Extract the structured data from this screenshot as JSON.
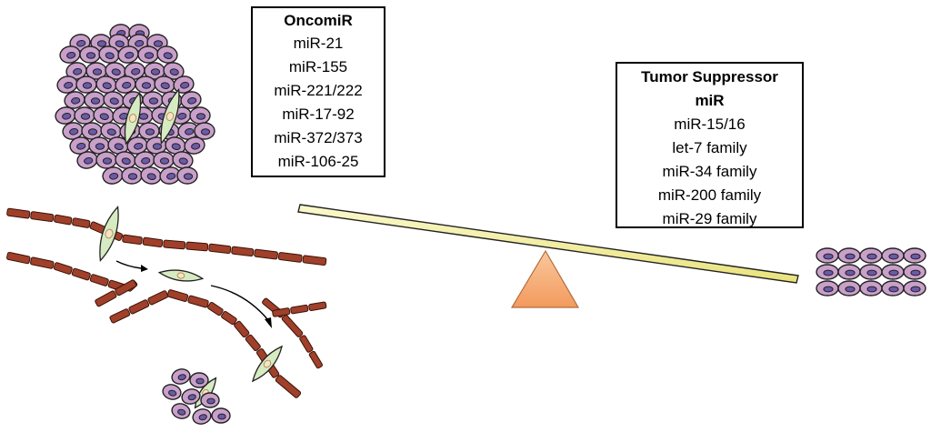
{
  "oncomir": {
    "title": "OncomiR",
    "items": [
      "miR-21",
      "miR-155",
      "miR-221/222",
      "miR-17-92",
      "miR-372/373",
      "miR-106-25"
    ]
  },
  "suppressor": {
    "title_line1": "Tumor Suppressor",
    "title_line2": "miR",
    "items": [
      "miR-15/16",
      "let-7 family",
      "miR-34 family",
      "miR-200 family",
      "miR-29 family"
    ]
  },
  "colors": {
    "tumor_cell": "#c9a0c9",
    "nucleus": "#6a5aa8",
    "fibroblast": "#d6ebc2",
    "vessel": "#a0402a",
    "beam": "#f5f2a6",
    "fulcrum": "#f6b07a"
  }
}
